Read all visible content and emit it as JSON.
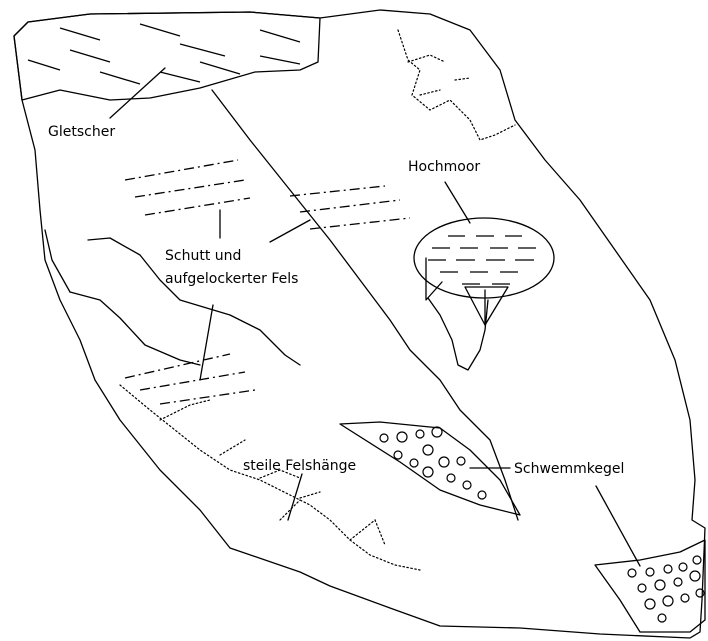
{
  "labels": {
    "glacier": "Gletscher",
    "debris_line1": "Schutt und",
    "debris_line2": "aufgelockerter Fels",
    "bog": "Hochmoor",
    "steep_slopes": "steile Felshänge",
    "alluvial_fan": "Schwemmkegel"
  }
}
